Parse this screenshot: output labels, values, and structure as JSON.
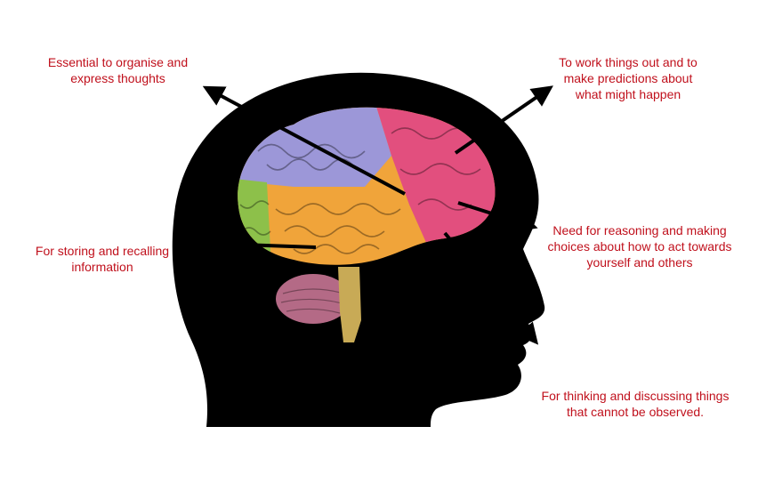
{
  "colors": {
    "label_text": "#c0101c",
    "silhouette": "#000000",
    "frontal_lobe": "#e24f7e",
    "parietal_lobe": "#9c97d8",
    "temporal_lobe": "#f0a43a",
    "occipital_lobe": "#8dc04a",
    "cerebellum": "#b46a86",
    "brainstem": "#c8aa56",
    "arrow": "#000000"
  },
  "labels": {
    "top_left": {
      "line1": "Essential to organise and",
      "line2": "express thoughts"
    },
    "top_right": {
      "line1": "To work things out and to",
      "line2": "make predictions about",
      "line3": "what might happen"
    },
    "mid_left": {
      "line1": "For storing and recalling",
      "line2": "information"
    },
    "mid_right": {
      "line1": "Need for reasoning and making",
      "line2": "choices about how to act towards",
      "line3": "yourself and others"
    },
    "bottom_right": {
      "line1": "For thinking and discussing things",
      "line2": "that cannot be observed."
    }
  }
}
